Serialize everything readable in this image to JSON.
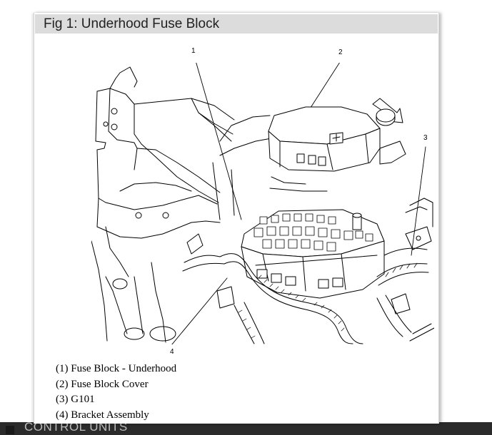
{
  "figure": {
    "title": "Fig 1: Underhood Fuse Block",
    "callouts": [
      "1",
      "2",
      "3",
      "4"
    ],
    "legend": [
      "(1) Fuse Block - Underhood",
      "(2) Fuse Block Cover",
      "(3) G101",
      "(4) Bracket Assembly"
    ]
  },
  "background": {
    "bottom_label": "CONTROL UNITS"
  }
}
